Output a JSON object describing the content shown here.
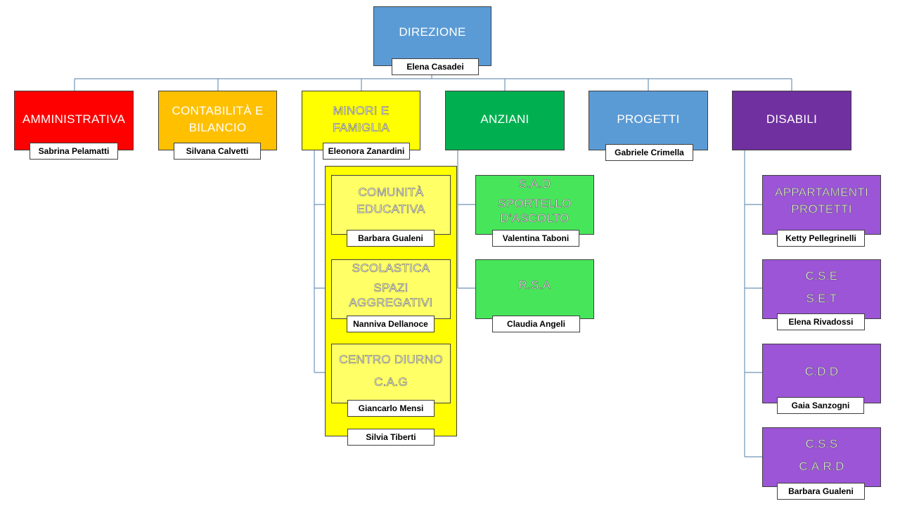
{
  "colors": {
    "line": "#6f95b8",
    "blue": "#5b9bd5",
    "red": "#ff0000",
    "orange": "#ffc000",
    "yellow": "#ffff00",
    "light_yellow": "#ffff66",
    "green": "#00b050",
    "light_green": "#47e65a",
    "purple": "#7030a0",
    "light_purple": "#9b55d6"
  },
  "top": {
    "lines": [
      "DIREZIONE"
    ],
    "person": "Elena Casadei"
  },
  "departments": [
    {
      "lines": [
        "AMMINISTRATIVA"
      ],
      "person": "Sabrina Pelamatti"
    },
    {
      "lines": [
        "CONTABILITÀ E",
        "BILANCIO"
      ],
      "person": "Silvana Calvetti"
    },
    {
      "lines": [
        "MINORI E",
        "FAMIGLIA"
      ],
      "person": "Eleonora Zanardini"
    },
    {
      "lines": [
        "ANZIANI"
      ],
      "person": ""
    },
    {
      "lines": [
        "PROGETTI"
      ],
      "person": "Gabriele Crimella"
    },
    {
      "lines": [
        "DISABILI"
      ],
      "person": ""
    }
  ],
  "minori_group_person": "Silvia Tiberti",
  "minori_units": [
    {
      "lines": [
        "COMUNITÀ",
        "EDUCATIVA"
      ],
      "person": "Barbara Gualeni"
    },
    {
      "lines": [
        "SCOLASTICA",
        "SPAZI",
        "AGGREGATIVI"
      ],
      "person": "Nanniva Dellanoce"
    },
    {
      "lines": [
        "CENTRO DIURNO",
        "C.A.G"
      ],
      "person": "Giancarlo Mensi"
    }
  ],
  "anziani_units": [
    {
      "lines": [
        "S.A.D",
        "SPORTELLO",
        "D’ASCOLTO"
      ],
      "person": "Valentina Taboni"
    },
    {
      "lines": [
        "R.S.A"
      ],
      "person": "Claudia Angeli"
    }
  ],
  "disabili_units": [
    {
      "lines": [
        "APPARTAMENTI",
        "PROTETTI"
      ],
      "person": "Ketty Pellegrinelli"
    },
    {
      "lines": [
        "C.S.E",
        "S.E.T"
      ],
      "person": "Elena Rivadossi"
    },
    {
      "lines": [
        "C.D.D"
      ],
      "person": "Gaia Sanzogni"
    },
    {
      "lines": [
        "C.S.S",
        "C.A.R.D"
      ],
      "person": "Barbara Gualeni"
    }
  ]
}
